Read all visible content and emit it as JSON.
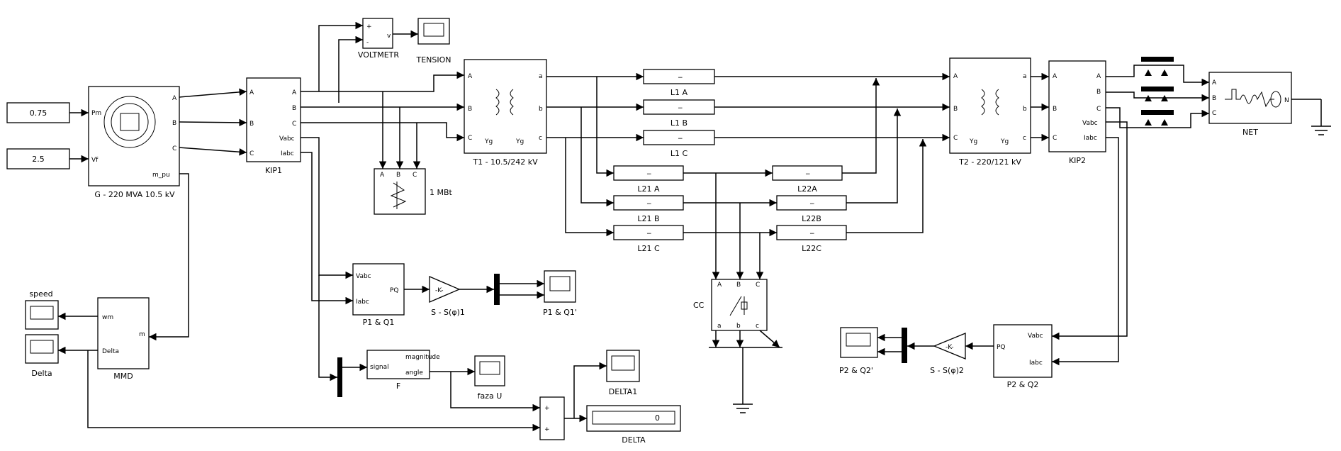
{
  "blocks": {
    "const_pm": "0.75",
    "const_vf": "2.5",
    "generator": {
      "label": "G - 220 MVA 10.5 kV",
      "pm": "Pm",
      "vf": "Vf",
      "a": "A",
      "b": "B",
      "c": "C",
      "mpu": "m_pu"
    },
    "kip1": {
      "label": "KIP1",
      "A": "A",
      "B": "B",
      "C": "C",
      "vabc": "Vabc",
      "iabc": "Iabc"
    },
    "voltmeter": "VOLTMETR",
    "tension": "TENSION",
    "load1": "1 MBt",
    "t1": {
      "label": "T1 - 10.5/242 kV",
      "yg": "Yg"
    },
    "l1a": "L1 A",
    "l1b": "L1 B",
    "l1c": "L1 C",
    "l21a": "L21 A",
    "l21b": "L21 B",
    "l21c": "L21 C",
    "l22a": "L22A",
    "l22b": "L22B",
    "l22c": "L22C",
    "t2": {
      "label": "T2 - 220/121 kV",
      "yg": "Yg"
    },
    "kip2": {
      "label": "KIP2"
    },
    "net": "NET",
    "cc": "CC",
    "p1q1": {
      "label": "P1 & Q1",
      "vabc": "Vabc",
      "iabc": "Iabc",
      "pq": "PQ"
    },
    "gain1": "S - S(φ)1",
    "scope_p1q1": "P1 & Q1'",
    "speed": "speed",
    "delta_scope": "Delta",
    "mmd": {
      "label": "MMD",
      "wm": "wm",
      "delta": "Delta",
      "m": "m"
    },
    "fourier": {
      "label": "F",
      "signal": "signal",
      "mag": "magnitude",
      "angle": "angle"
    },
    "faza_u": "faza U",
    "delta1": "DELTA1",
    "delta_display": {
      "label": "DELTA",
      "value": "0"
    },
    "p2q2": {
      "label": "P2 & Q2",
      "vabc": "Vabc",
      "iabc": "Iabc",
      "pq": "PQ"
    },
    "gain2": "S - S(φ)2",
    "scope_p2q2": "P2 & Q2'",
    "gain_sym": "-K-",
    "sum_plus": "+"
  }
}
